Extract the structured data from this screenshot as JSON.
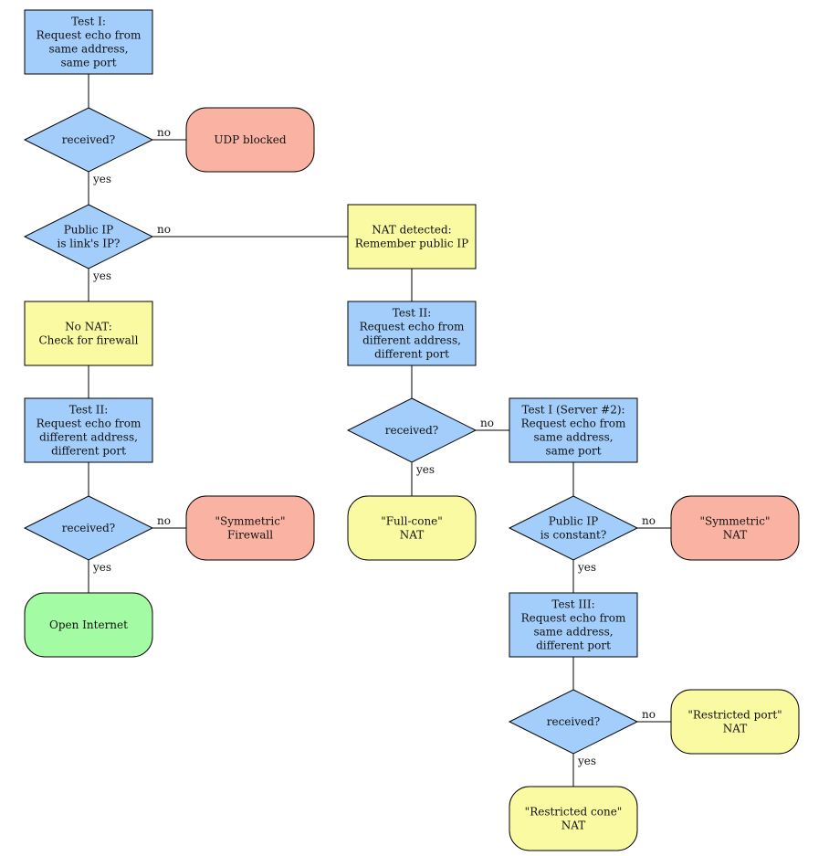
{
  "colors": {
    "test": "#a3cdfa",
    "decision": "#a3cdfa",
    "info": "#fafaa3",
    "result_yellow": "#fafaa3",
    "result_red": "#fab3a3",
    "result_green": "#a3fba3",
    "line": "#000000"
  },
  "nodes": [
    {
      "id": "test1",
      "shape": "rect",
      "color": "test",
      "lines": [
        "Test I:",
        "Request echo from",
        "same address,",
        "same port"
      ]
    },
    {
      "id": "recv1",
      "shape": "diamond",
      "color": "decision",
      "lines": [
        "received?"
      ]
    },
    {
      "id": "udp",
      "shape": "round",
      "color": "result_red",
      "lines": [
        "UDP blocked"
      ]
    },
    {
      "id": "pubip",
      "shape": "diamond",
      "color": "decision",
      "lines": [
        "Public IP",
        "is link's IP?"
      ]
    },
    {
      "id": "natdet",
      "shape": "rect",
      "color": "info",
      "lines": [
        "NAT detected:",
        "Remember public IP"
      ]
    },
    {
      "id": "nonat",
      "shape": "rect",
      "color": "info",
      "lines": [
        "No NAT:",
        "Check for firewall"
      ]
    },
    {
      "id": "test2a",
      "shape": "rect",
      "color": "test",
      "lines": [
        "Test II:",
        "Request echo from",
        "different address,",
        "different port"
      ]
    },
    {
      "id": "test2b",
      "shape": "rect",
      "color": "test",
      "lines": [
        "Test II:",
        "Request echo from",
        "different address,",
        "different port"
      ]
    },
    {
      "id": "recv2a",
      "shape": "diamond",
      "color": "decision",
      "lines": [
        "received?"
      ]
    },
    {
      "id": "recv2b",
      "shape": "diamond",
      "color": "decision",
      "lines": [
        "received?"
      ]
    },
    {
      "id": "symfw",
      "shape": "round",
      "color": "result_red",
      "lines": [
        "\"Symmetric\"",
        "Firewall"
      ]
    },
    {
      "id": "open",
      "shape": "round",
      "color": "result_green",
      "lines": [
        "Open Internet"
      ]
    },
    {
      "id": "fullcone",
      "shape": "round",
      "color": "result_yellow",
      "lines": [
        "\"Full-cone\"",
        "NAT"
      ]
    },
    {
      "id": "test1s2",
      "shape": "rect",
      "color": "test",
      "lines": [
        "Test I (Server #2):",
        "Request echo from",
        "same address,",
        "same port"
      ]
    },
    {
      "id": "pubconst",
      "shape": "diamond",
      "color": "decision",
      "lines": [
        "Public IP",
        "is constant?"
      ]
    },
    {
      "id": "symnat",
      "shape": "round",
      "color": "result_red",
      "lines": [
        "\"Symmetric\"",
        "NAT"
      ]
    },
    {
      "id": "test3",
      "shape": "rect",
      "color": "test",
      "lines": [
        "Test III:",
        "Request echo from",
        "same address,",
        "different port"
      ]
    },
    {
      "id": "recv3",
      "shape": "diamond",
      "color": "decision",
      "lines": [
        "received?"
      ]
    },
    {
      "id": "resport",
      "shape": "round",
      "color": "result_yellow",
      "lines": [
        "\"Restricted port\"",
        "NAT"
      ]
    },
    {
      "id": "rescone",
      "shape": "round",
      "color": "result_yellow",
      "lines": [
        "\"Restricted cone\"",
        "NAT"
      ]
    }
  ],
  "edges": [
    {
      "from": "test1",
      "to": "recv1",
      "label": ""
    },
    {
      "from": "recv1",
      "to": "udp",
      "label": "no"
    },
    {
      "from": "recv1",
      "to": "pubip",
      "label": "yes"
    },
    {
      "from": "pubip",
      "to": "natdet",
      "label": "no"
    },
    {
      "from": "pubip",
      "to": "nonat",
      "label": "yes"
    },
    {
      "from": "nonat",
      "to": "test2a",
      "label": ""
    },
    {
      "from": "test2a",
      "to": "recv2a",
      "label": ""
    },
    {
      "from": "recv2a",
      "to": "symfw",
      "label": "no"
    },
    {
      "from": "recv2a",
      "to": "open",
      "label": "yes"
    },
    {
      "from": "natdet",
      "to": "test2b",
      "label": ""
    },
    {
      "from": "test2b",
      "to": "recv2b",
      "label": ""
    },
    {
      "from": "recv2b",
      "to": "test1s2",
      "label": "no"
    },
    {
      "from": "recv2b",
      "to": "fullcone",
      "label": "yes"
    },
    {
      "from": "test1s2",
      "to": "pubconst",
      "label": ""
    },
    {
      "from": "pubconst",
      "to": "symnat",
      "label": "no"
    },
    {
      "from": "pubconst",
      "to": "test3",
      "label": "yes"
    },
    {
      "from": "test3",
      "to": "recv3",
      "label": ""
    },
    {
      "from": "recv3",
      "to": "resport",
      "label": "no"
    },
    {
      "from": "recv3",
      "to": "rescone",
      "label": "yes"
    }
  ]
}
